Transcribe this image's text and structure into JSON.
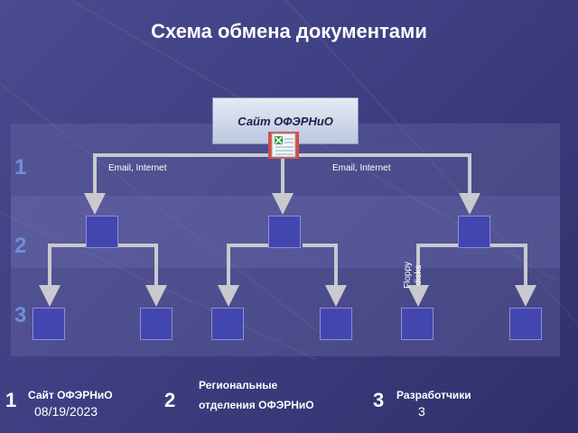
{
  "title": "Схема обмена документами",
  "levels": [
    "1",
    "2",
    "3"
  ],
  "site_box": "Сайт ОФЭРНиО",
  "edge_labels": {
    "left": "Email, Internet",
    "right": "Email, Internet"
  },
  "floppy_label": [
    "Floppy",
    "disks"
  ],
  "legend": [
    {
      "num": "1",
      "text": "Сайт ОФЭРНиО"
    },
    {
      "num": "2",
      "text_lines": [
        "Региональные",
        "отделения ОФЭРНиО"
      ]
    },
    {
      "num": "3",
      "text": "Разработчики"
    }
  ],
  "footer": {
    "date": "08/19/2023",
    "page": "3"
  },
  "colors": {
    "node_fill": "#4446b0",
    "arrow": "#c9c9cf",
    "level_number": "#6f8fd8"
  }
}
